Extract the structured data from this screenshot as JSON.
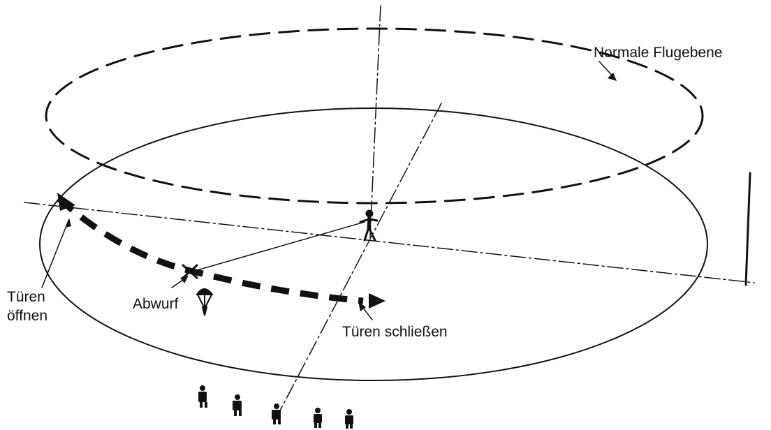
{
  "labels": {
    "flight_plane": "Normale Flugebene",
    "doors_open_line1": "Türen",
    "doors_open_line2": "öffnen",
    "drop": "Abwurf",
    "doors_close": "Türen schließen"
  },
  "colors": {
    "ink": "#111111",
    "background": "#ffffff"
  }
}
